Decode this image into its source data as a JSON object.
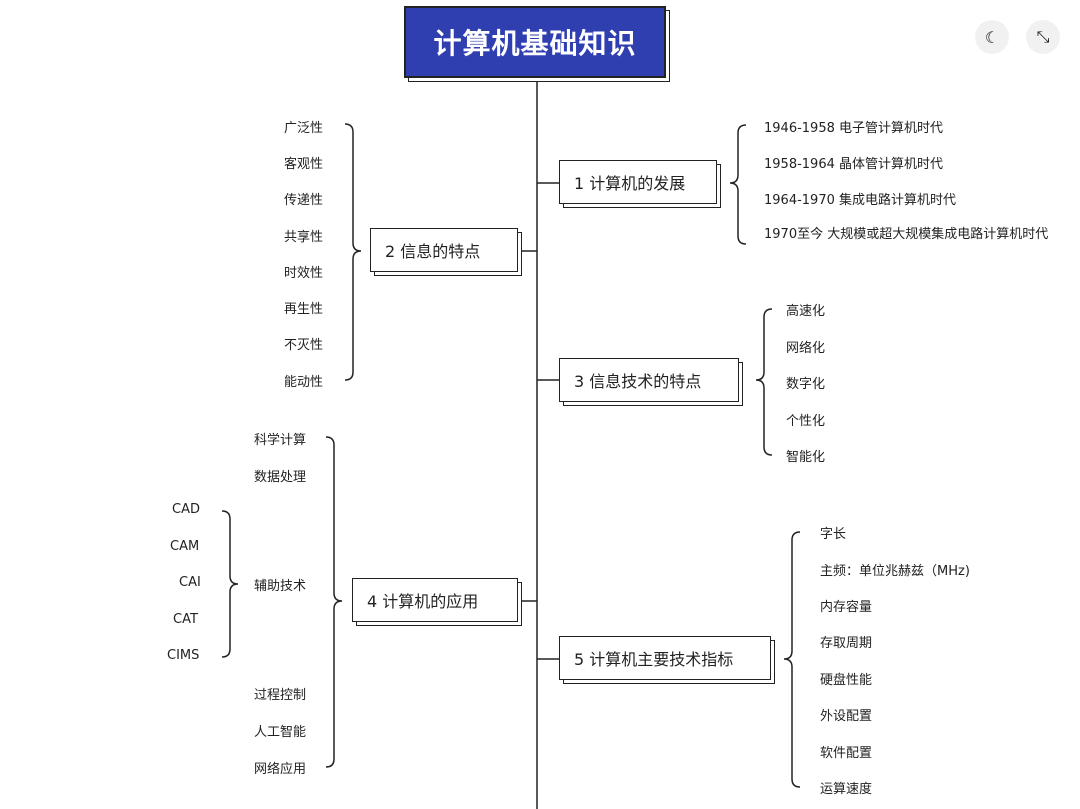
{
  "title": "计算机基础知识",
  "controls": {
    "moon_icon": "☾",
    "collapse_icon": "⤡"
  },
  "branches": [
    {
      "label": "1 计算机的发展",
      "items": [
        "1946-1958 电子管计算机时代",
        "1958-1964 晶体管计算机时代",
        "1964-1970 集成电路计算机时代",
        "1970至今 大规模或超大规模集成电路计算机时代"
      ]
    },
    {
      "label": "2 信息的特点",
      "items": [
        "广泛性",
        "客观性",
        "传递性",
        "共享性",
        "时效性",
        "再生性",
        "不灭性",
        "能动性"
      ]
    },
    {
      "label": "3 信息技术的特点",
      "items": [
        "高速化",
        "网络化",
        "数字化",
        "个性化",
        "智能化"
      ]
    },
    {
      "label": "4 计算机的应用",
      "items": [
        "科学计算",
        "数据处理",
        "辅助技术",
        "过程控制",
        "人工智能",
        "网络应用"
      ],
      "sub_items": [
        "CAD",
        "CAM",
        "CAI",
        "CAT",
        "CIMS"
      ]
    },
    {
      "label": "5 计算机主要技术指标",
      "items": [
        "字长",
        "主频：单位兆赫兹（MHz)",
        "内存容量",
        "存取周期",
        "硬盘性能",
        "外设配置",
        "软件配置",
        "运算速度"
      ]
    }
  ]
}
